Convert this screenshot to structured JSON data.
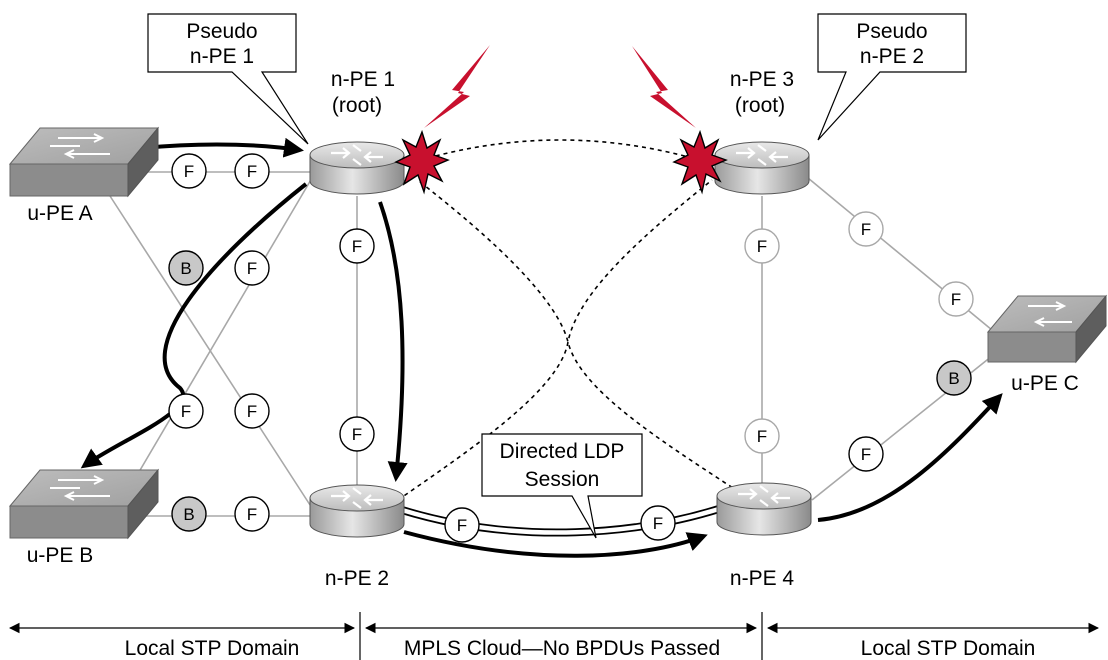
{
  "callouts": {
    "left": {
      "line1": "Pseudo",
      "line2": "n-PE 1"
    },
    "right": {
      "line1": "Pseudo",
      "line2": "n-PE 2"
    },
    "ldp": {
      "line1": "Directed LDP",
      "line2": "Session"
    }
  },
  "devices": {
    "npe1": {
      "name": "n-PE 1",
      "role": "(root)"
    },
    "npe3": {
      "name": "n-PE 3",
      "role": "(root)"
    },
    "npe2": {
      "name": "n-PE 2"
    },
    "npe4": {
      "name": "n-PE 4"
    },
    "upeA": {
      "name": "u-PE A"
    },
    "upeB": {
      "name": "u-PE B"
    },
    "upeC": {
      "name": "u-PE C"
    }
  },
  "port_states": {
    "forwarding": "F",
    "blocking": "B"
  },
  "domains": {
    "left": "Local STP Domain",
    "middle": "MPLS Cloud—No BPDUs Passed",
    "right": "Local STP Domain"
  },
  "colors": {
    "router_body": "#9a9a9a",
    "switch_body": "#8c8c8c",
    "failure_burst": "#c8102e",
    "blocking_fill": "#c8c8c8",
    "gray_link": "#a8a8a8"
  },
  "icons": {
    "router": "router-icon",
    "switch": "switch-icon",
    "lightning": "lightning-icon",
    "failure": "failure-burst-icon"
  }
}
